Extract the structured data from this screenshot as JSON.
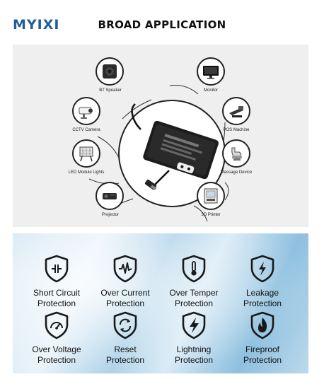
{
  "header": {
    "brand": "MYIXI",
    "title": "BROAD APPLICATION"
  },
  "applications": {
    "items": [
      {
        "label": "BT Speaker",
        "icon": "speaker-icon"
      },
      {
        "label": "Monitor",
        "icon": "monitor-icon"
      },
      {
        "label": "CCTV Camera",
        "icon": "cctv-camera-icon"
      },
      {
        "label": "POS Machine",
        "icon": "pos-machine-icon"
      },
      {
        "label": "LED Module Lights",
        "icon": "led-module-icon"
      },
      {
        "label": "Massage Device",
        "icon": "massage-chair-icon"
      },
      {
        "label": "Projector",
        "icon": "projector-icon"
      },
      {
        "label": "3D Printer",
        "icon": "3d-printer-icon"
      }
    ],
    "product": "power-adapter"
  },
  "protections": [
    {
      "line1": "Short Circuit",
      "line2": "Protection",
      "icon": "short-circuit-shield-icon"
    },
    {
      "line1": "Over Current",
      "line2": "Protection",
      "icon": "over-current-shield-icon"
    },
    {
      "line1": "Over Temper",
      "line2": "Protection",
      "icon": "over-temperature-shield-icon"
    },
    {
      "line1": "Leakage",
      "line2": "Protection",
      "icon": "leakage-shield-icon"
    },
    {
      "line1": "Over Voltage",
      "line2": "Protection",
      "icon": "over-voltage-shield-icon"
    },
    {
      "line1": "Reset",
      "line2": "Protection",
      "icon": "reset-shield-icon"
    },
    {
      "line1": "Lightning",
      "line2": "Protection",
      "icon": "lightning-shield-icon"
    },
    {
      "line1": "Fireproof",
      "line2": "Protection",
      "icon": "fireproof-shield-icon"
    }
  ],
  "colors": {
    "brand": "#1f5c99",
    "icon": "#1a1a1a",
    "panel": "#efefef"
  }
}
